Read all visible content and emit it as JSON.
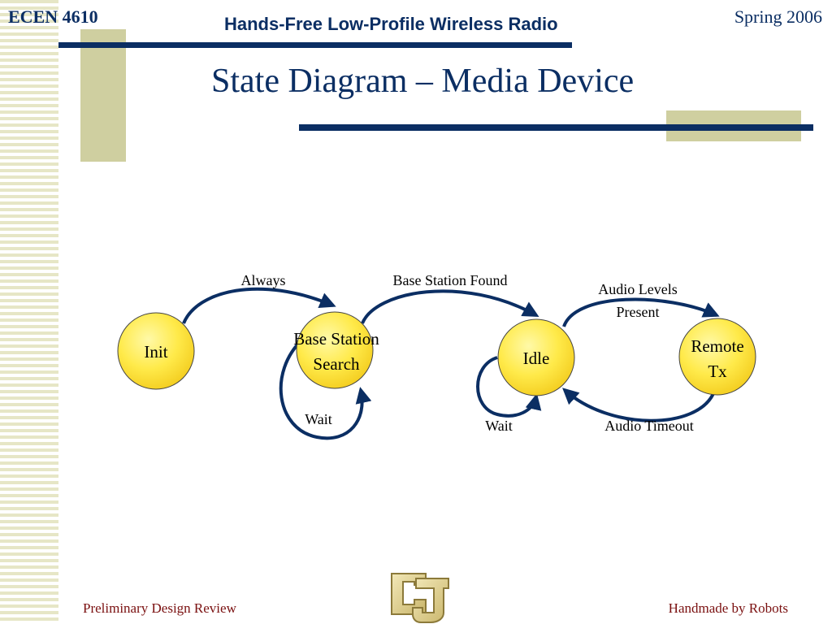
{
  "header": {
    "course": "ECEN 4610",
    "title": "Hands-Free Low-Profile Wireless Radio",
    "semester": "Spring 2006"
  },
  "slide": {
    "title": "State Diagram – Media Device"
  },
  "diagram": {
    "states": {
      "init": "Init",
      "search_line1": "Base Station",
      "search_line2": "Search",
      "idle": "Idle",
      "remote_line1": "Remote",
      "remote_line2": "Tx"
    },
    "transitions": {
      "always": "Always",
      "found": "Base Station Found",
      "audio_line1": "Audio Levels",
      "audio_line2": "Present",
      "wait_search": "Wait",
      "wait_idle": "Wait",
      "timeout": "Audio Timeout"
    }
  },
  "footer": {
    "left": "Preliminary Design Review",
    "right": "Handmade by Robots"
  },
  "colors": {
    "navy": "#0b2e63",
    "tan": "#cfcfa0",
    "footer_text": "#7a1010",
    "node_fill": "#ffe94d"
  }
}
